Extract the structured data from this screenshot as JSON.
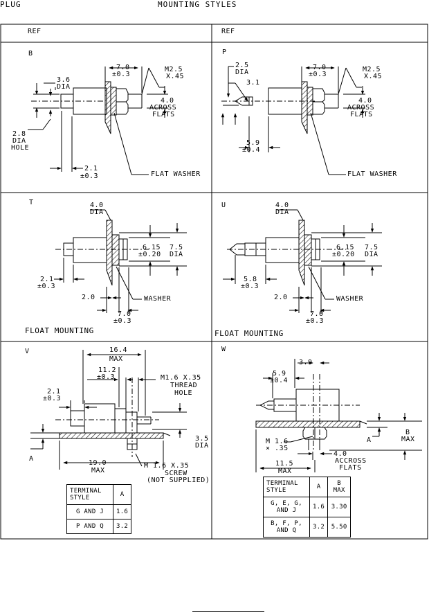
{
  "header": {
    "left": "PLUG",
    "center": "MOUNTING  STYLES"
  },
  "ref_left": "REF",
  "ref_right": "REF",
  "panel_b": {
    "label": "B",
    "d1": "7.0",
    "d1t": "±0.3",
    "thread1": "M2.5",
    "thread2": "X.45",
    "dia1": "3.6",
    "dia2": "DIA",
    "af1": "4.0",
    "af2": "ACROSS",
    "af3": "FLATS",
    "hole1": "2.8",
    "hole2": "DIA",
    "hole3": "HOLE",
    "len1": "2.1",
    "len2": "±0.3",
    "washer": "FLAT WASHER"
  },
  "panel_p": {
    "label": "P",
    "dia1": "2.5",
    "dia2": "DIA",
    "pin": "3.1",
    "d1": "7.0",
    "d1t": "±0.3",
    "thread1": "M2.5",
    "thread2": "X.45",
    "af1": "4.0",
    "af2": "ACROSS",
    "af3": "FLATS",
    "len1": "5.9",
    "len2": "±0.4",
    "washer": "FLAT WASHER"
  },
  "panel_t": {
    "label": "T",
    "dia1": "4.0",
    "dia2": "DIA",
    "d615": "6.15",
    "d615t": "±0.20",
    "d75": "7.5",
    "d75d": "DIA",
    "len1": "2.1",
    "len2": "±0.3",
    "two": "2.0",
    "washer": "WASHER",
    "d7": "7.0",
    "d7t": "±0.3",
    "float": "FLOAT MOUNTING"
  },
  "panel_u": {
    "label": "U",
    "dia1": "4.0",
    "dia2": "DIA",
    "d615": "6.15",
    "d615t": "±0.20",
    "d75": "7.5",
    "d75d": "DIA",
    "len1": "5.8",
    "len2": "±0.3",
    "two": "2.0",
    "washer": "WASHER",
    "d7": "7.0",
    "d7t": "±0.3",
    "float": "FLOAT MOUNTING"
  },
  "panel_v": {
    "label": "V",
    "max1": "16.4",
    "max1b": "MAX",
    "d112": "11.2",
    "d112t": "±0.3",
    "thread1": "M1.6 X.35",
    "thread2": "THREAD",
    "thread3": "HOLE",
    "len1": "2.1",
    "len2": "±0.3",
    "d35": "3.5",
    "d35d": "DIA",
    "a": "A",
    "len19": "19.0",
    "len19b": "MAX",
    "screw1": "M 1.6 X.35",
    "screw2": "SCREW",
    "screw3": "(NOT SUPPLIED)",
    "table": {
      "h1": "TERMINAL\nSTYLE",
      "h2": "A",
      "r1c1": "G AND J",
      "r1c2": "1.6",
      "r2c1": "P AND Q",
      "r2c2": "3.2"
    }
  },
  "panel_w": {
    "label": "W",
    "d39": "3.9",
    "d59": "5.9",
    "d59t": "±0.4",
    "bmax1": "B",
    "bmax2": "MAX",
    "a": "A",
    "m16a": "M 1.6",
    "m16b": "× .35",
    "af1": "4.0",
    "af2": "ACCROSS",
    "af3": "FLATS",
    "len115": "11.5",
    "len115b": "MAX",
    "table": {
      "h1": "TERMINAL\nSTYLE",
      "h2": "A",
      "h3": "B\nMAX",
      "r1c1": "G, E, G,\nAND J",
      "r1c2": "1.6",
      "r1c3": "3.30",
      "r2c1": "B, F, P,\nAND Q",
      "r2c2": "3.2",
      "r2c3": "5.50"
    }
  }
}
